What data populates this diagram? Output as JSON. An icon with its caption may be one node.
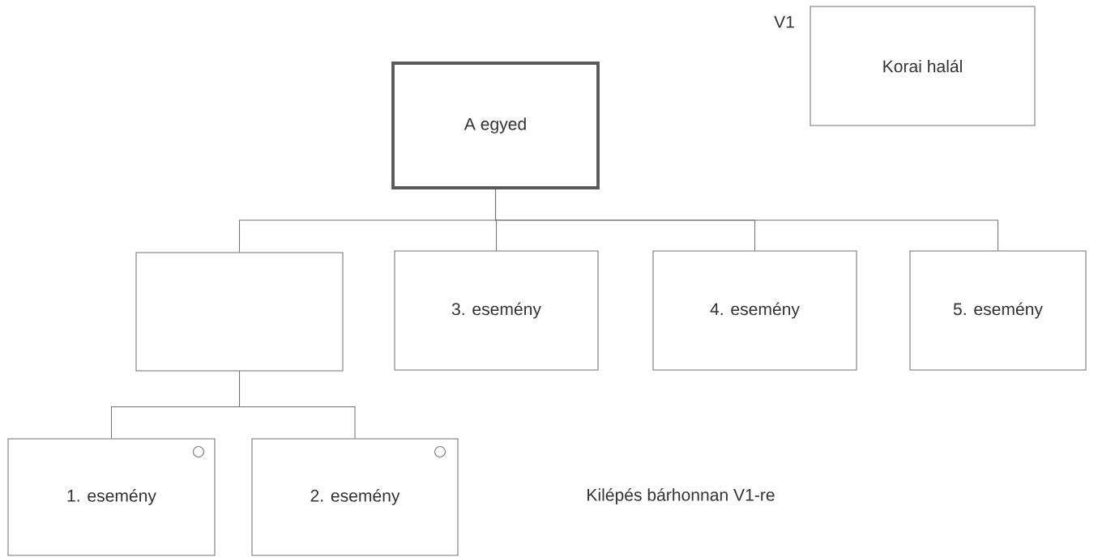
{
  "diagram": {
    "nodes": [
      {
        "text": [
          "Korai halál"
        ],
        "beside": [
          "V1"
        ]
      },
      {
        "text": [
          "A egyed"
        ]
      },
      {
        "text": [],
        "shape": "box"
      },
      {
        "text": [
          "3. esemény"
        ]
      },
      {
        "text": [
          "4. esemény"
        ]
      },
      {
        "text": [
          "5. esemény"
        ]
      },
      {
        "text": [
          "1. esemény"
        ]
      },
      {
        "text": [
          "2. esemény"
        ]
      }
    ],
    "edges": [
      {
        "from": 1,
        "to": 2,
        "arrow": "none"
      },
      {
        "from": 1,
        "to": 3,
        "arrow": "none"
      },
      {
        "from": 1,
        "to": 4,
        "arrow": "none"
      },
      {
        "from": 1,
        "to": 5,
        "arrow": "none"
      },
      {
        "from": 2,
        "to": 6,
        "arrow": "none"
      },
      {
        "from": 2,
        "to": 7,
        "arrow": "none"
      }
    ],
    "labels": [
      "Kilépés bárhonnan V1-re"
    ]
  }
}
